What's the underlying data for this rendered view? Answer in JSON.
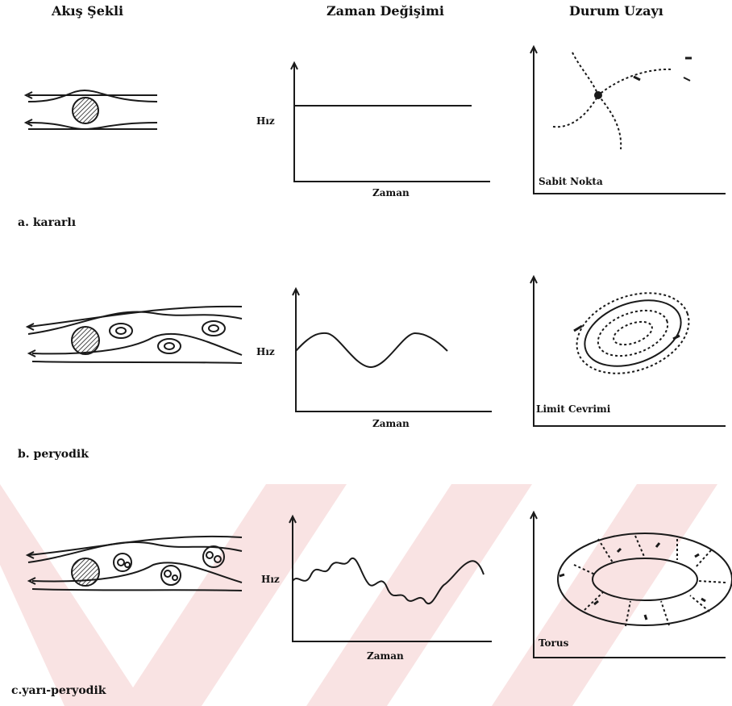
{
  "columns": {
    "flow": "Akış Şekli",
    "time": "Zaman Değişimi",
    "state": "Durum Uzayı"
  },
  "rows": [
    {
      "caption": "a. kararlı",
      "ylabel": "Hız",
      "xlabel": "Zaman",
      "state_label": "Sabit Nokta"
    },
    {
      "caption": "b. peryodik",
      "ylabel": "Hız",
      "xlabel": "Zaman",
      "state_label": "Limit Cevrimi"
    },
    {
      "caption": "c.yarı-peryodik",
      "ylabel": "Hız",
      "xlabel": "Zaman",
      "state_label": "Torus"
    }
  ],
  "colors": {
    "ink": "#1a1a1a",
    "watermark": "#f7dede"
  }
}
